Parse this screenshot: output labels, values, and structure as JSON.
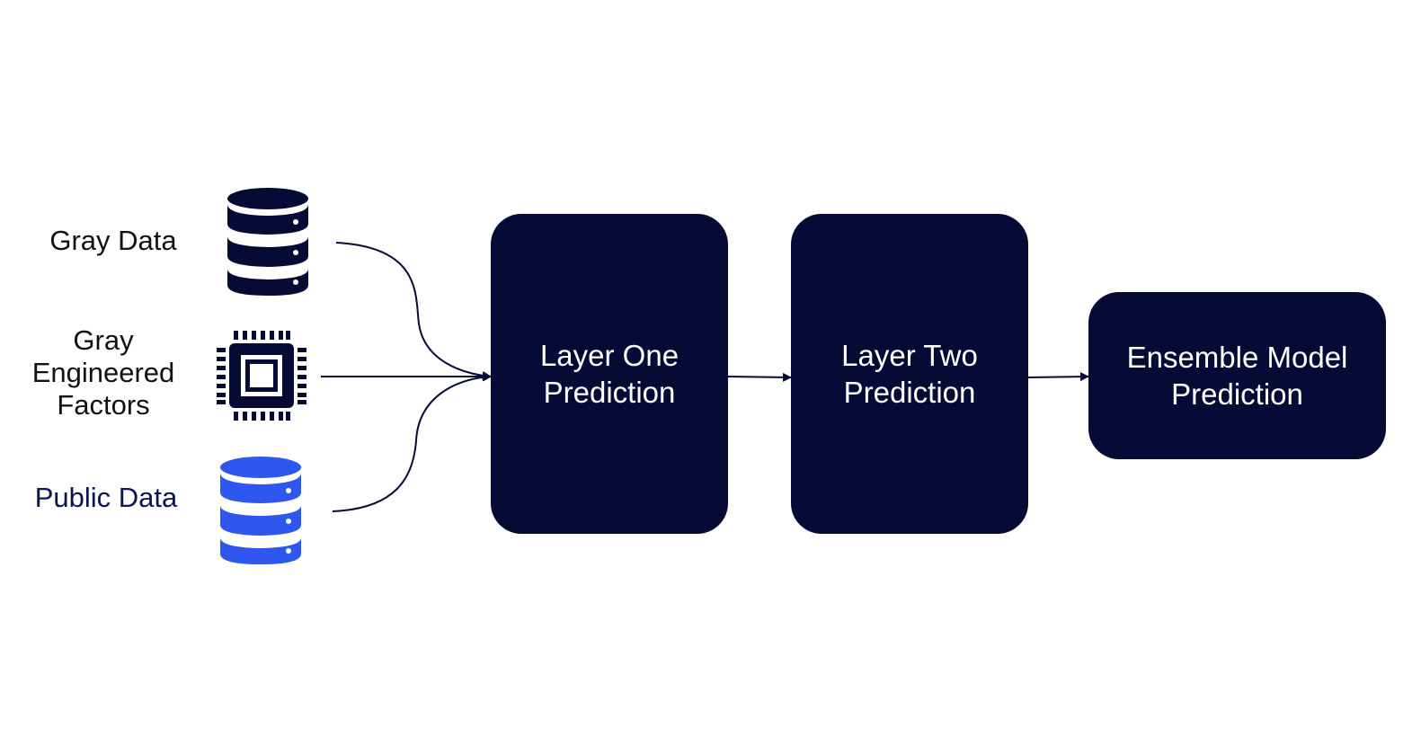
{
  "colors": {
    "dark": "#050b35",
    "blue": "#2f57f0",
    "label_default": "#111111",
    "label_public": "#0b1450",
    "background": "#ffffff"
  },
  "sources": [
    {
      "id": "gray-data",
      "label_lines": [
        "Gray Data"
      ],
      "icon": "database-icon",
      "color": "#050b35"
    },
    {
      "id": "gray-engineered-factors",
      "label_lines": [
        "Gray",
        "Engineered",
        "Factors"
      ],
      "icon": "processor-chip-icon",
      "color": "#050b35"
    },
    {
      "id": "public-data",
      "label_lines": [
        "Public Data"
      ],
      "icon": "database-icon",
      "color": "#2f57f0"
    }
  ],
  "stages": [
    {
      "id": "layer-one",
      "label_lines": [
        "Layer One",
        "Prediction"
      ]
    },
    {
      "id": "layer-two",
      "label_lines": [
        "Layer Two",
        "Prediction"
      ]
    },
    {
      "id": "ensemble",
      "label_lines": [
        "Ensemble Model",
        "Prediction"
      ]
    }
  ]
}
